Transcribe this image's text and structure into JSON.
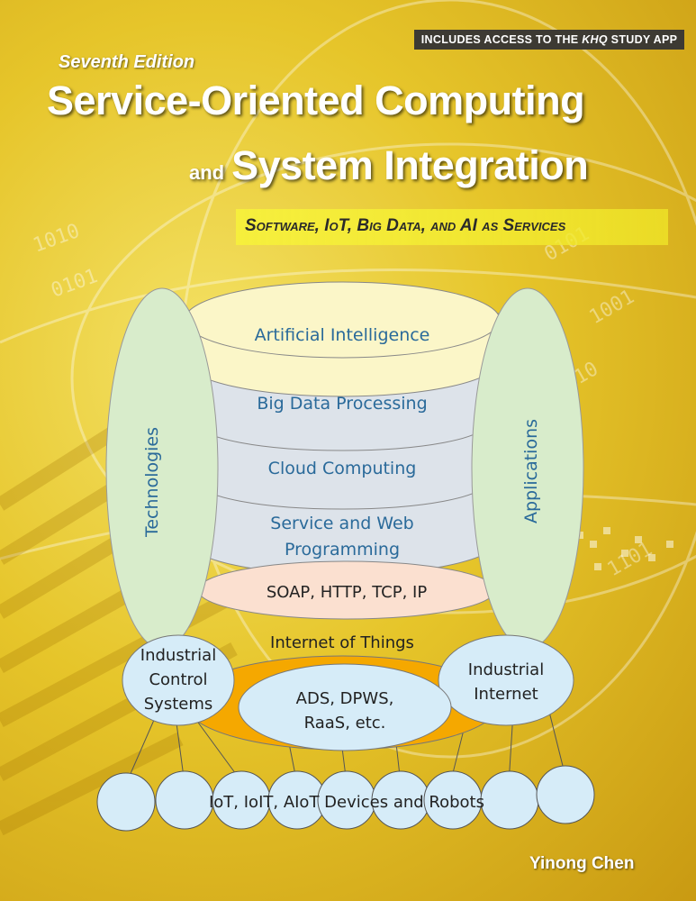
{
  "cover": {
    "banner_prefix": "INCLUDES ACCESS TO THE ",
    "banner_brand": "KHQ",
    "banner_suffix": " STUDY APP",
    "edition": "Seventh Edition",
    "title_line1": "Service-Oriented Computing",
    "title_and": "and",
    "title_line2": "System Integration",
    "subtitle": "Software, IoT, Big Data, and AI as Services",
    "author": "Yinong Chen"
  },
  "diagram": {
    "left_pillar": "Technologies",
    "right_pillar": "Applications",
    "layers": {
      "ai": "Artificial Intelligence",
      "big_data": "Big Data Processing",
      "cloud": "Cloud Computing",
      "service_web_1": "Service and Web",
      "service_web_2": "Programming",
      "protocols": "SOAP, HTTP, TCP, IP",
      "iot": "Internet of Things"
    },
    "nodes": {
      "ics_1": "Industrial",
      "ics_2": "Control",
      "ics_3": "Systems",
      "ads_1": "ADS, DPWS,",
      "ads_2": "RaaS, etc.",
      "ii_1": "Industrial",
      "ii_2": "Internet"
    },
    "devices_label": "IoT, IoIT, AIoT Devices and Robots"
  },
  "colors": {
    "background": "#e6c52a",
    "title_text": "#ffffff",
    "diagram_text": "#2a6a9a",
    "ai_layer": "#fbf6c8",
    "middle_layers": "#dde3ea",
    "protocol_layer": "#fbe0d0",
    "iot_layer": "#f5a800",
    "node_fill": "#d6ecf8"
  }
}
